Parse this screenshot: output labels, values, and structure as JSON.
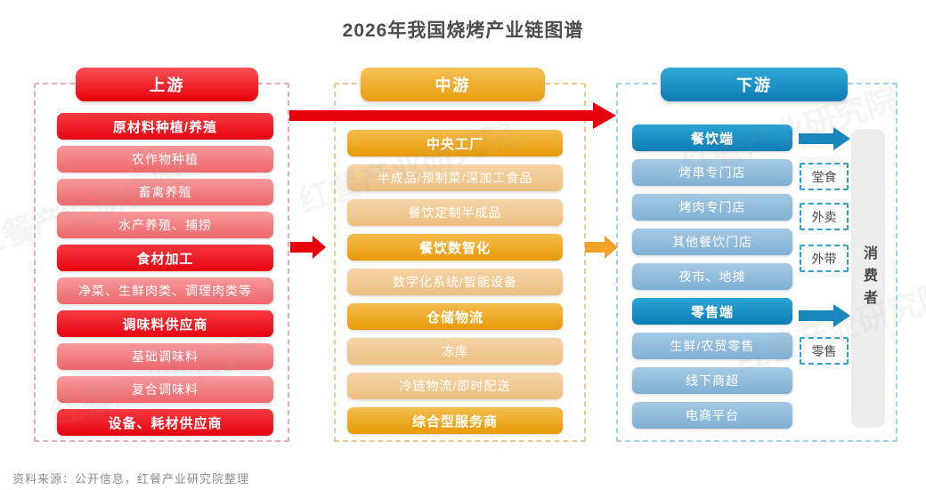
{
  "title": "2026年我国烧烤产业链图谱",
  "footer": {
    "source": "资料来源：公开信息，红餐产业研究院整理"
  },
  "watermark": "红餐产业研究院",
  "columns": [
    {
      "id": "upstream",
      "header": "上游",
      "items": [
        {
          "label": "原材料种植/养殖",
          "type": "header"
        },
        {
          "label": "农作物种植",
          "type": "sub"
        },
        {
          "label": "畜禽养殖",
          "type": "sub"
        },
        {
          "label": "水产养殖、捕捞",
          "type": "sub"
        },
        {
          "label": "食材加工",
          "type": "header"
        },
        {
          "label": "净菜、生鲜肉类、调理肉类等",
          "type": "sub"
        },
        {
          "label": "调味料供应商",
          "type": "header"
        },
        {
          "label": "基础调味料",
          "type": "sub"
        },
        {
          "label": "复合调味料",
          "type": "sub"
        },
        {
          "label": "设备、耗材供应商",
          "type": "header"
        }
      ]
    },
    {
      "id": "midstream",
      "header": "中游",
      "items": [
        {
          "label": "中央工厂",
          "type": "header"
        },
        {
          "label": "半成品/预制菜/深加工食品",
          "type": "sub"
        },
        {
          "label": "餐饮定制半成品",
          "type": "sub"
        },
        {
          "label": "餐饮数智化",
          "type": "header"
        },
        {
          "label": "数字化系统/智能设备",
          "type": "sub"
        },
        {
          "label": "仓储物流",
          "type": "header"
        },
        {
          "label": "冻库",
          "type": "sub"
        },
        {
          "label": "冷链物流/即时配送",
          "type": "sub"
        },
        {
          "label": "综合型服务商",
          "type": "header"
        }
      ]
    },
    {
      "id": "downstream",
      "header": "下游",
      "items": [
        {
          "label": "餐饮端",
          "type": "header"
        },
        {
          "label": "烤串专门店",
          "type": "sub"
        },
        {
          "label": "烤肉专门店",
          "type": "sub"
        },
        {
          "label": "其他餐饮门店",
          "type": "sub"
        },
        {
          "label": "夜市、地摊",
          "type": "sub"
        },
        {
          "label": "零售端",
          "type": "header"
        },
        {
          "label": "生鲜/农贸零售",
          "type": "sub"
        },
        {
          "label": "线下商超",
          "type": "sub"
        },
        {
          "label": "电商平台",
          "type": "sub"
        }
      ]
    }
  ],
  "channel_tags": {
    "dine_in": "堂食",
    "delivery": "外卖",
    "takeaway": "外带",
    "retail": "零售"
  },
  "consumer_label": "消费者",
  "colors": {
    "red": "#e8000d",
    "red_light": "#ed676b",
    "gold": "#e89d0e",
    "gold_light": "#edbf82",
    "blue": "#0d7cb4",
    "blue_light": "#7fb0d4",
    "arrow_red": "#e8000d",
    "arrow_gold": "#f0a328",
    "arrow_blue": "#1687bd"
  }
}
